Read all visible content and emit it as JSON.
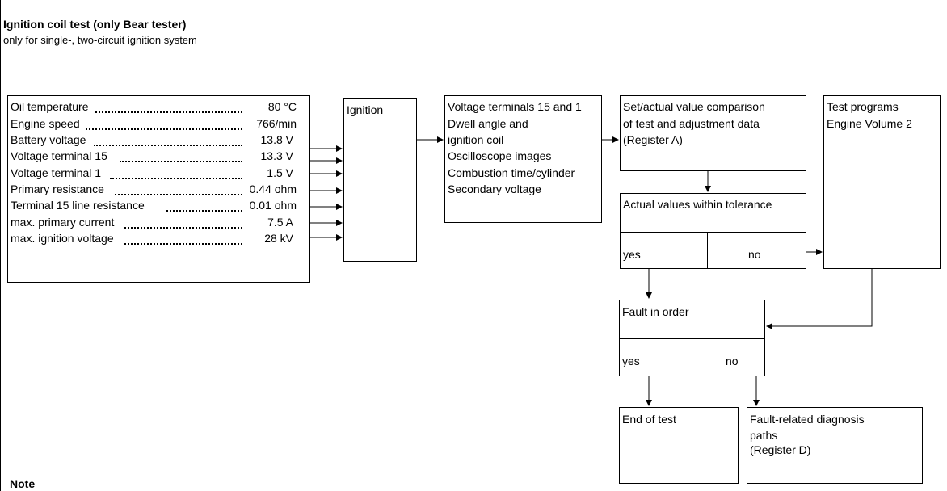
{
  "header": {
    "title": "Ignition coil test (only Bear tester)",
    "subtitle": "only for single-, two-circuit ignition system"
  },
  "inputs_box": {
    "rows": [
      {
        "label": "Oil temperature",
        "value": "80 °C"
      },
      {
        "label": "Engine speed",
        "value": "766/min"
      },
      {
        "label": "Battery voltage",
        "value": "13.8 V"
      },
      {
        "label": "Voltage terminal 15",
        "value": "13.3 V"
      },
      {
        "label": "Voltage terminal 1",
        "value": "1.5 V"
      },
      {
        "label": "Primary resistance",
        "value": "0.44 ohm"
      },
      {
        "label": "Terminal 15 line resistance",
        "value": "0.01 ohm"
      },
      {
        "label": "max. primary current",
        "value": "7.5 A"
      },
      {
        "label": "max. ignition voltage",
        "value": "28 kV"
      }
    ]
  },
  "ignition_box": {
    "label": "Ignition"
  },
  "measurements_box": {
    "lines": [
      "Voltage terminals 15 and 1",
      "Dwell angle and",
      "ignition coil",
      "Oscilloscope images",
      "Combustion time/cylinder",
      "Secondary voltage"
    ]
  },
  "comparison_box": {
    "lines": [
      "Set/actual value comparison",
      "of test and adjustment data",
      "(Register A)"
    ]
  },
  "test_programs_box": {
    "lines": [
      "Test programs",
      "Engine Volume 2"
    ]
  },
  "tolerance_box": {
    "question": "Actual values within tolerance",
    "yes": "yes",
    "no": "no"
  },
  "fault_box": {
    "question": "Fault in order",
    "yes": "yes",
    "no": "no"
  },
  "end_box": {
    "label": "End of test"
  },
  "diagnosis_box": {
    "lines": [
      "Fault-related diagnosis",
      "paths",
      "(Register D)"
    ]
  },
  "footer": {
    "note": "Note"
  }
}
